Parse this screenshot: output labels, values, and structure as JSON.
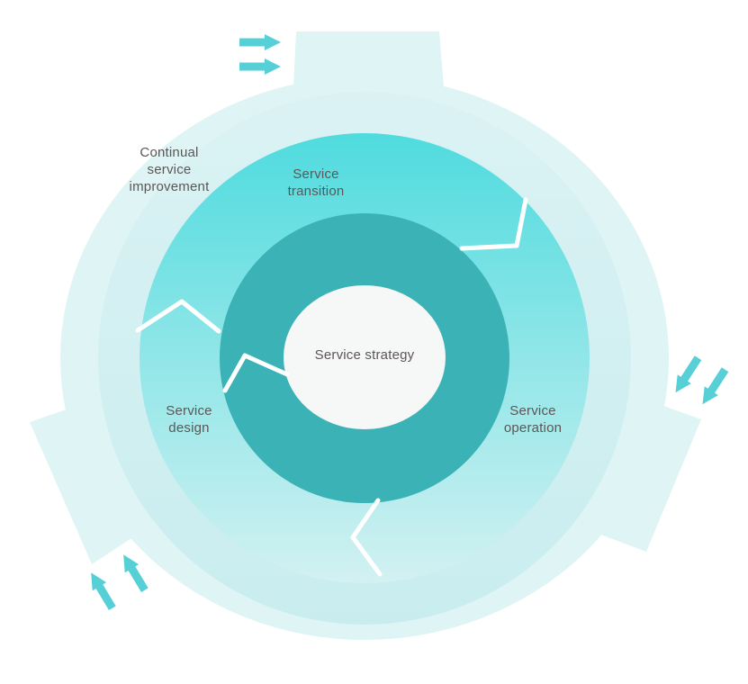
{
  "diagram": {
    "type": "service-lifecycle-diagram",
    "labels": {
      "center": "Service strategy",
      "improvement": [
        "Continual",
        "service",
        "improvement"
      ],
      "transition": [
        "Service",
        "transition"
      ],
      "design": [
        "Service",
        "design"
      ],
      "operation": [
        "Service",
        "operation"
      ]
    },
    "icons": {
      "flow_arrow": "thick-arrow-clockwise"
    },
    "colors": {
      "outer_ring": "#dff4f5",
      "middle_ring_top": "#dbf2f4",
      "middle_ring_bottom": "#c9edef",
      "lifecycle_top": "#4fdbde",
      "lifecycle_bottom": "#d3f1f2",
      "core_ring": "#3bb3b6",
      "center_fill": "#f6f7f7",
      "arrow": "#56d0d6",
      "separator": "#ffffff",
      "label_text": "#5c5656"
    }
  }
}
